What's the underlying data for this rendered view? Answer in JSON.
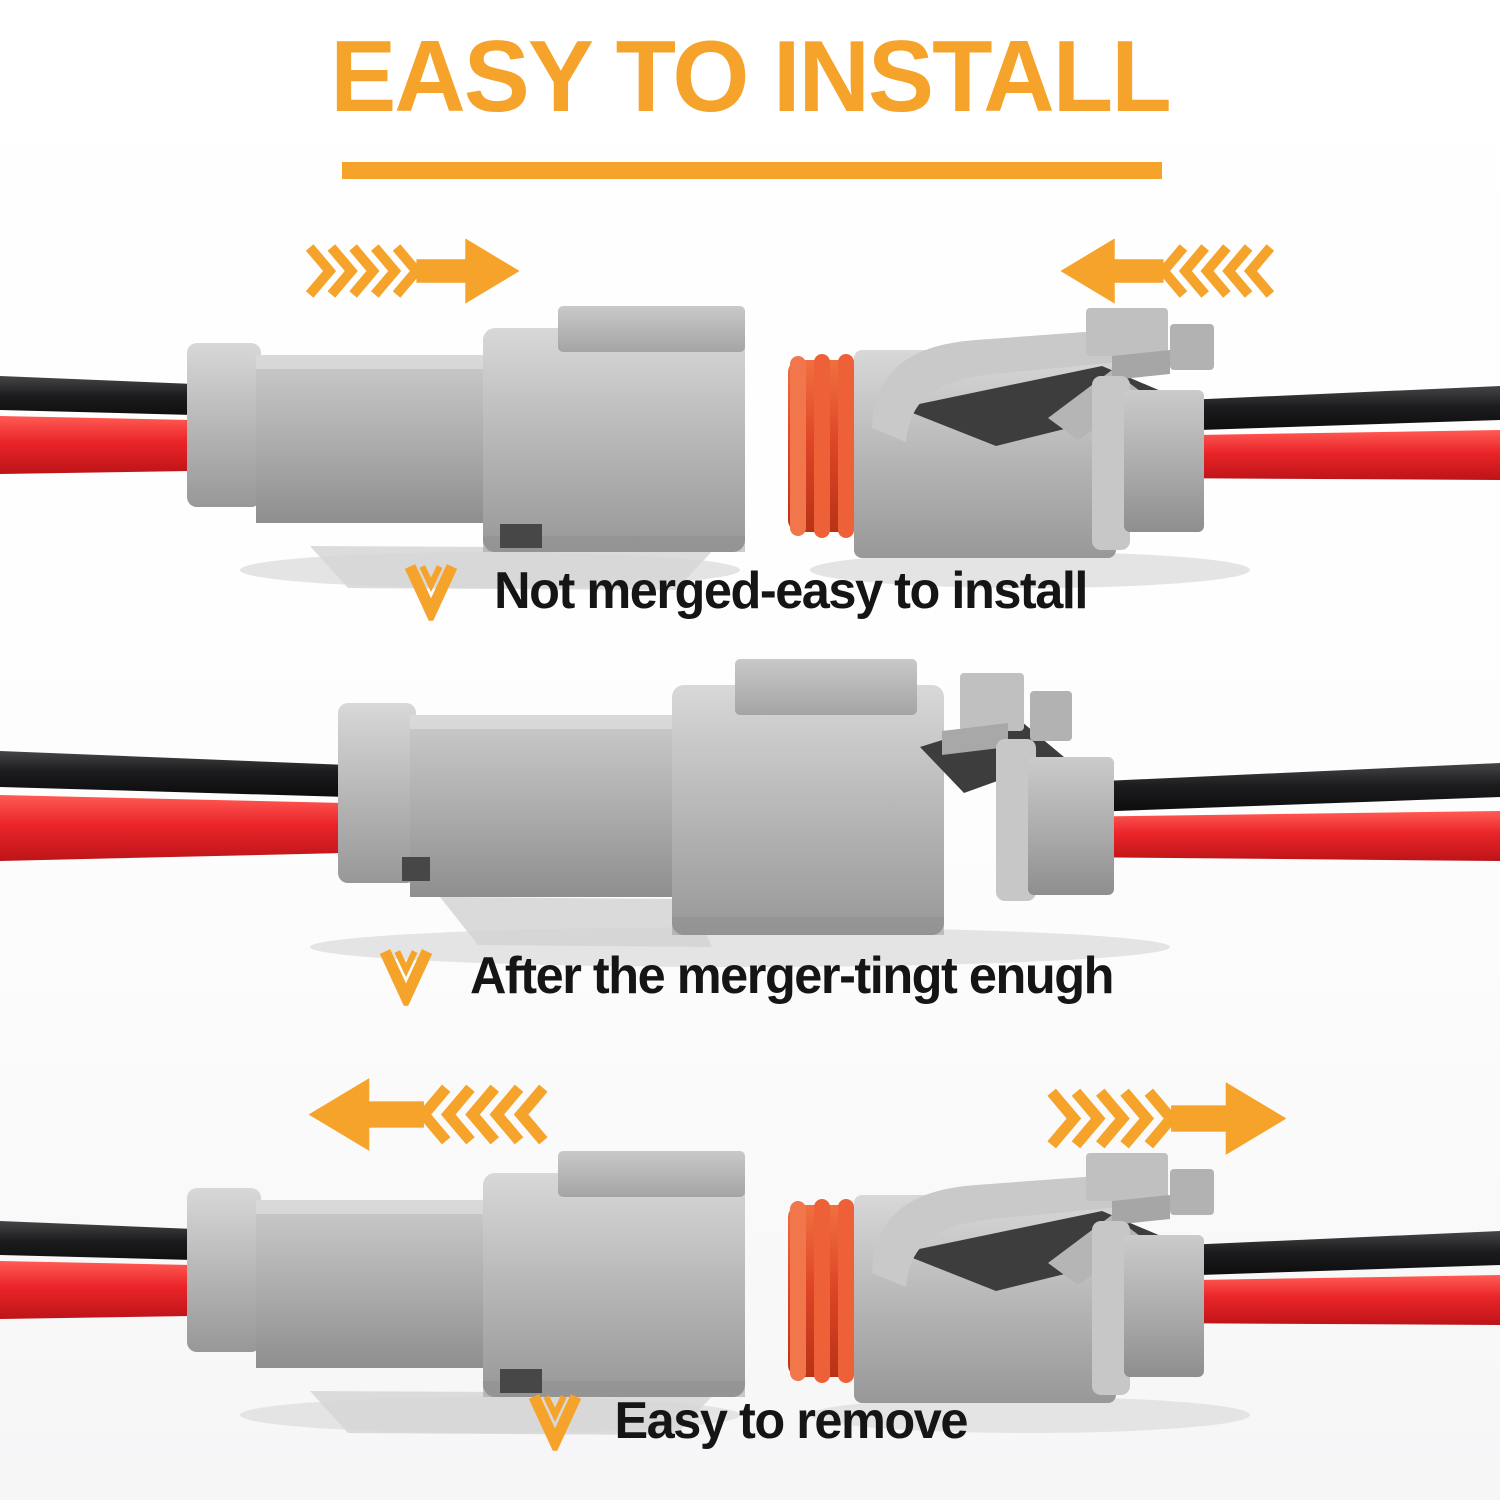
{
  "header": {
    "title": "EASY TO INSTALL"
  },
  "sections": [
    {
      "id": "not-merged",
      "caption": "Not merged-easy to install",
      "state": "connectors separated",
      "left_arrow_direction": "right-toward-center",
      "right_arrow_direction": "left-toward-center"
    },
    {
      "id": "merged",
      "caption": "After the merger-tingt enugh",
      "state": "connectors mated together",
      "left_arrow_direction": null,
      "right_arrow_direction": null
    },
    {
      "id": "easy-remove",
      "caption": "Easy to remove",
      "state": "connectors separated",
      "left_arrow_direction": "left-away-from-center",
      "right_arrow_direction": "right-away-from-center"
    }
  ],
  "icons": {
    "direction_arrow": "chevron-tail-arrow-icon",
    "caption_marker": "double-chevron-down-icon"
  },
  "colors": {
    "accent_orange": "#F5A32B",
    "caption_text": "#151515",
    "connector_gray": "#ADADAD",
    "connector_gray_light": "#D2D2D2",
    "connector_gray_dark": "#8F8F8F",
    "wire_black": "#1C1C1E",
    "wire_red": "#E8262B",
    "seal_red_orange": "#E2512E",
    "background": "#FFFFFF"
  }
}
